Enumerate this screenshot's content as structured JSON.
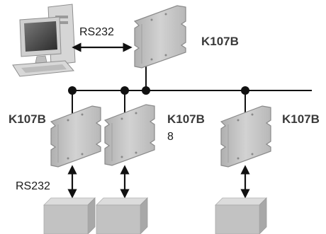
{
  "labels": {
    "pc_link": "RS232",
    "master_device": "K107B",
    "left_device": "K107B",
    "middle_device": "K107B",
    "middle_count": "8",
    "right_device": "K107B",
    "peripheral_link": "RS232"
  },
  "colors": {
    "module_fill": "#c4c4c4",
    "module_edge": "#8a8a8a",
    "bus_line": "#111111",
    "box_front": "#c2c2c2",
    "box_top": "#dcdcdc",
    "box_side": "#a8a8a8",
    "label_text": "#3a3a3a"
  },
  "icons": {
    "computer": "desktop-computer-icon",
    "module": "din-rail-module-icon",
    "peripheral": "peripheral-box-icon"
  }
}
